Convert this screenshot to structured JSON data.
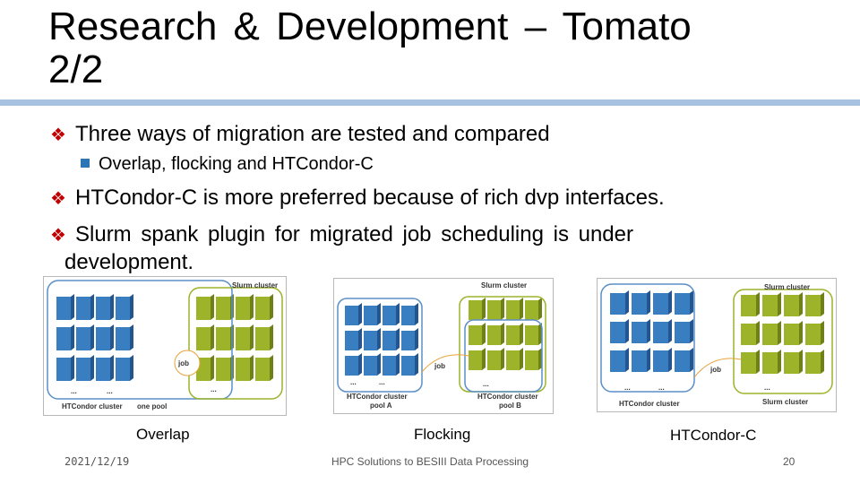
{
  "slide": {
    "title_line1": "Research & Development – Tomato",
    "title_line2": "2/2",
    "bullets": [
      "Three ways of migration are tested and compared",
      "HTCondor-C is more preferred because of rich dvp interfaces.",
      "Slurm spank plugin for migrated job scheduling is under",
      "development."
    ],
    "sub_bullet": "Overlap, flocking and HTCondor-C",
    "bullet_marker": "❖",
    "colors": {
      "marker": "#c00000",
      "rule": "#a6c2e0",
      "node_blue": "#3a7ec2",
      "node_green": "#9cb32a"
    }
  },
  "figures": [
    {
      "caption": "Overlap",
      "labels": {
        "slurm": "Slurm cluster",
        "job": "job",
        "htcondor": "HTCondor cluster",
        "pool": "one pool",
        "dots": "..."
      }
    },
    {
      "caption": "Flocking",
      "labels": {
        "slurm": "Slurm cluster",
        "job": "job",
        "htcondor": "HTCondor cluster",
        "pool_a": "pool A",
        "htcondor2": "HTCondor cluster",
        "pool_b": "pool B",
        "dots": "..."
      }
    },
    {
      "caption": "HTCondor-C",
      "labels": {
        "slurm": "Slurm cluster",
        "job": "job",
        "htcondor": "HTCondor cluster",
        "slurm2": "Slurm cluster",
        "dots": "..."
      }
    }
  ],
  "footer": {
    "date": "2021/12/19",
    "center": "HPC Solutions to BESIII Data Processing",
    "page": "20"
  }
}
